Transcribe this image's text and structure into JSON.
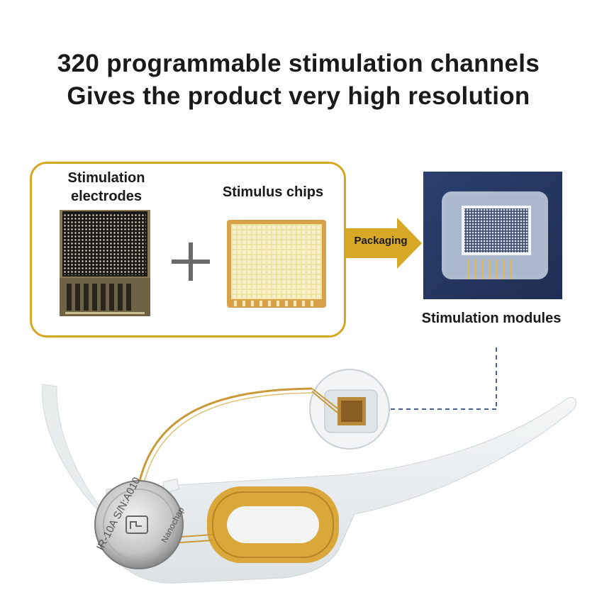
{
  "headline": {
    "line1": "320 programmable stimulation channels",
    "line2": "Gives the product very high resolution"
  },
  "panel": {
    "electrodes_label": "Stimulation electrodes",
    "chips_label": "Stimulus chips",
    "arrow_label": "Packaging",
    "modules_label": "Stimulation modules"
  },
  "device": {
    "engraving": "IR-10A S/N:A010",
    "brand": "Nanochap"
  },
  "colors": {
    "accent_gold": "#d7a826",
    "dashed_line": "#4a5f8a"
  }
}
